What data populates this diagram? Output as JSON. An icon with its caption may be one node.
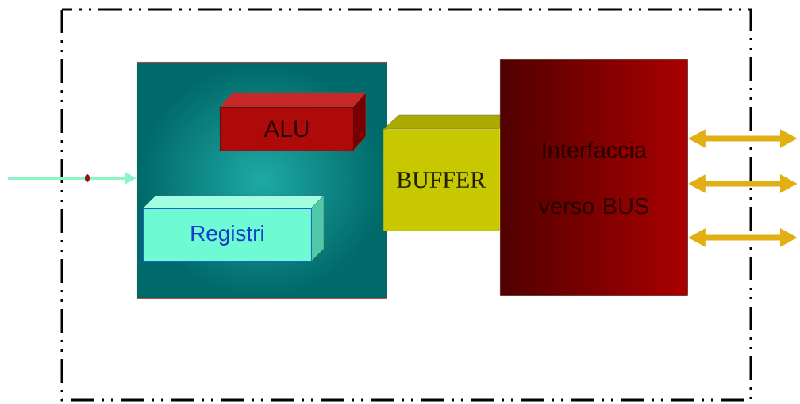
{
  "diagram": {
    "nodes": [
      {
        "text": [],
        "shape": "box"
      },
      {
        "text": [
          "ALU"
        ],
        "in": 0
      },
      {
        "text": [
          "Registri"
        ],
        "in": 0
      },
      {
        "text": [
          "BUFFER"
        ]
      },
      {
        "text": [
          "Interfaccia verso BUS"
        ]
      }
    ],
    "edges": [
      {
        "from": null,
        "to": 0,
        "arrow": "to",
        "color": "#8cf5c8"
      },
      {
        "from": 4,
        "to": null,
        "arrow": "both"
      },
      {
        "from": 4,
        "to": null,
        "arrow": "both"
      },
      {
        "from": 4,
        "to": null,
        "arrow": "both"
      }
    ]
  }
}
